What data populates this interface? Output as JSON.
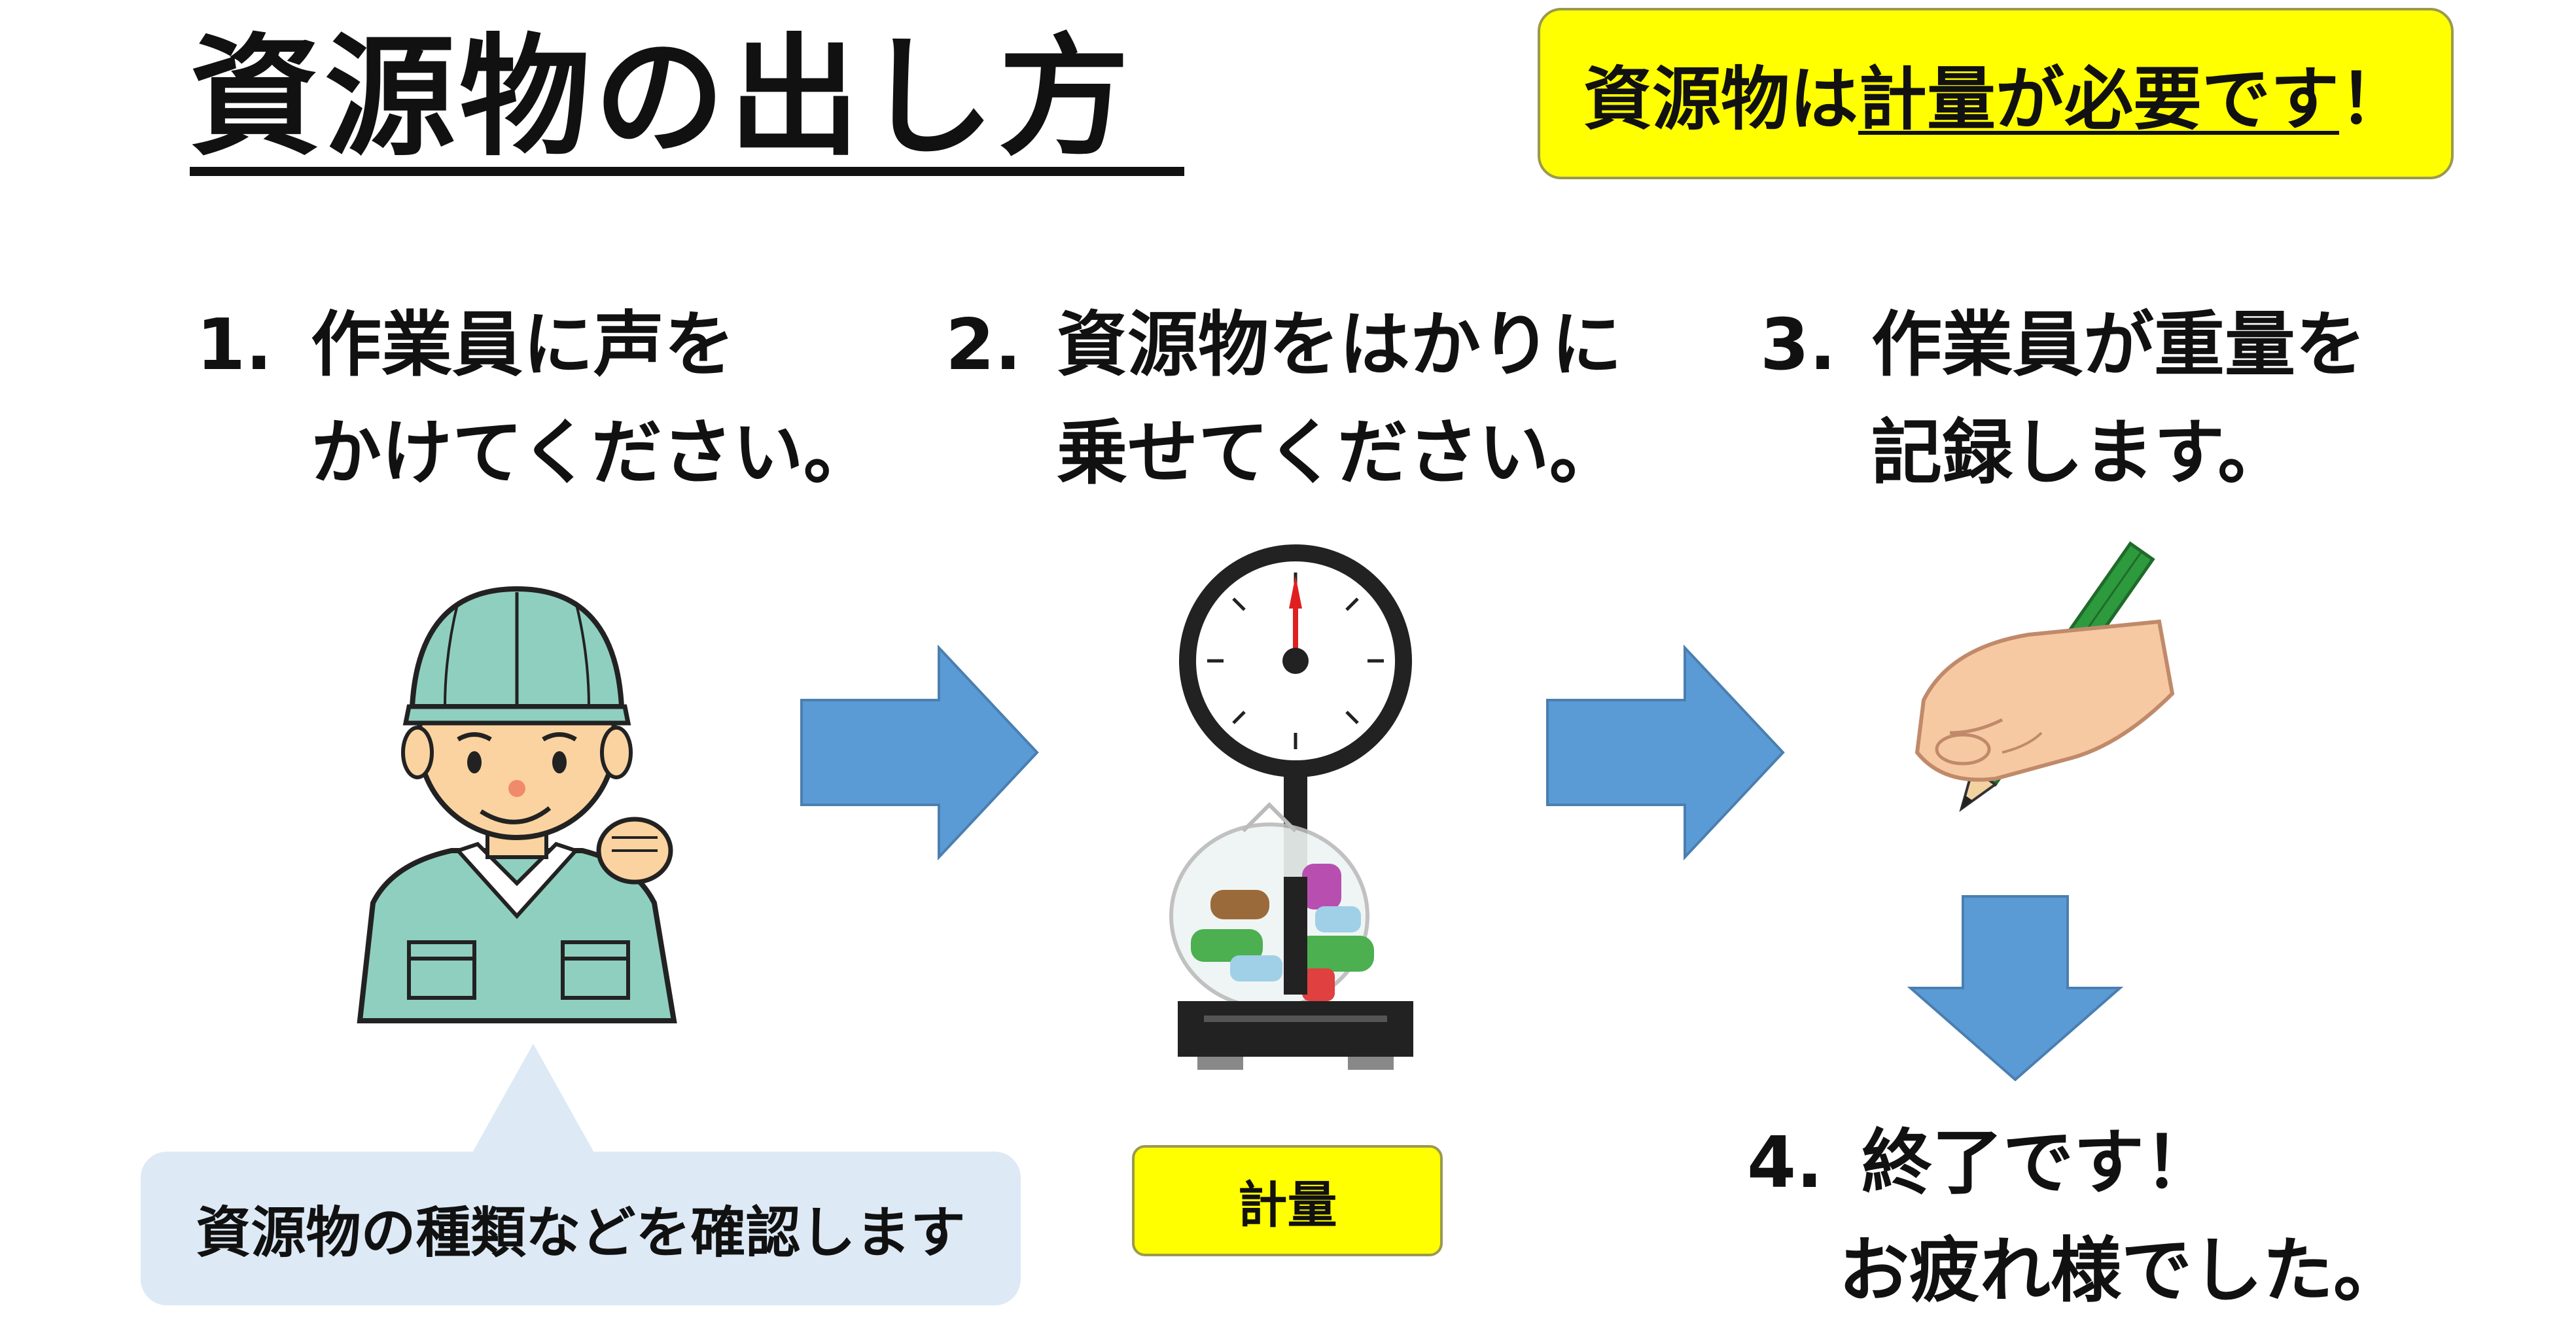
{
  "title": "資源物の出し方",
  "notice": {
    "pre": "資源物は",
    "underlined": "計量が必要です",
    "post": "！"
  },
  "steps": [
    {
      "num": "1.",
      "line1": "作業員に声を",
      "line2": "かけてください。"
    },
    {
      "num": "2.",
      "line1": "資源物をはかりに",
      "line2": "乗せてください。"
    },
    {
      "num": "3.",
      "line1": "作業員が重量を",
      "line2": "記録します。"
    },
    {
      "num": "4.",
      "line1": "終了です！",
      "line2": "お疲れ様でした。"
    }
  ],
  "bubble": {
    "text": "資源物の種類などを確認します"
  },
  "scale_label": "計量",
  "colors": {
    "arrow": "#5b9bd5",
    "highlight": "#ffff00",
    "bubble": "#dde9f5",
    "uniform": "#8fcfc0"
  },
  "icons": [
    "worker-illustration",
    "scale-illustration",
    "hand-pencil-illustration"
  ]
}
